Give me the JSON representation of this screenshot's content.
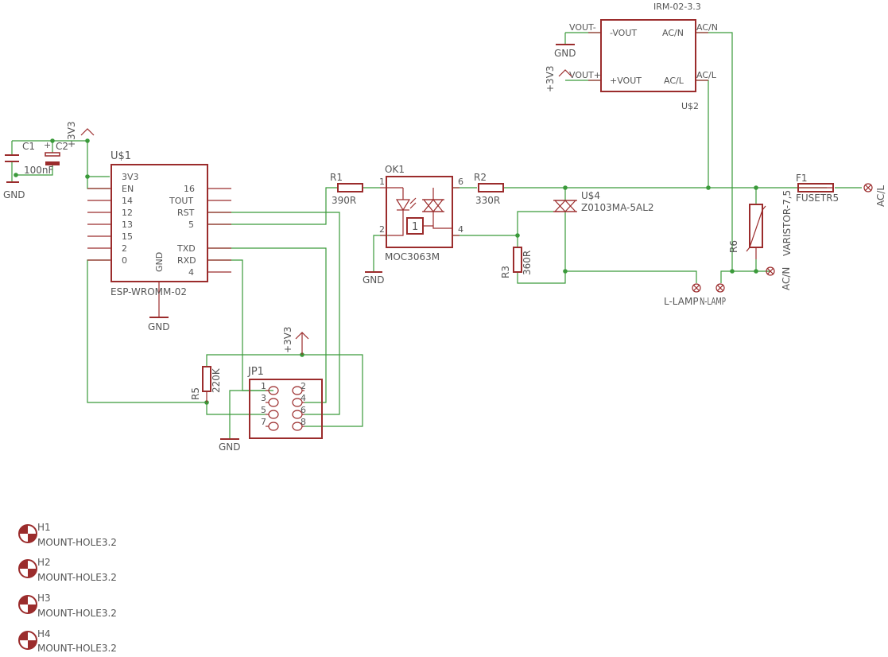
{
  "colors": {
    "wire": "#3a9a3a",
    "symbol": "#9b2c2c",
    "text": "#555555",
    "background": "#ffffff"
  },
  "caps": {
    "c1": "C1",
    "c2": "C2",
    "value": "100nF",
    "gnd": "GND",
    "v33": "+3V3"
  },
  "u1": {
    "name": "U$1",
    "value": "ESP-WROMM-02",
    "pins_left": [
      "3V3",
      "EN",
      "14",
      "12",
      "13",
      "15",
      "2",
      "0"
    ],
    "pins_right": [
      "16",
      "TOUT",
      "RST",
      "5"
    ],
    "pins_right2": [
      "TXD",
      "RXD",
      "4"
    ],
    "gnd_pin": "GND",
    "gnd": "GND"
  },
  "r1": {
    "name": "R1",
    "value": "390R"
  },
  "ok1": {
    "name": "OK1",
    "value": "MOC3063M",
    "pins": [
      "1",
      "2",
      "6",
      "4"
    ],
    "zc": "1",
    "gnd": "GND"
  },
  "r2": {
    "name": "R2",
    "value": "330R"
  },
  "u4": {
    "name": "U$4",
    "value": "Z0103MA-5AL2"
  },
  "r3": {
    "name": "R3",
    "value": "360R"
  },
  "u2": {
    "title": "IRM-02-3.3",
    "name": "U$2",
    "pin_vout_neg": "-VOUT",
    "pin_vout_pos": "+VOUT",
    "pin_acn": "AC/N",
    "pin_acl": "AC/L",
    "net_vout_neg": "VOUT-",
    "net_vout_pos": "VOUT+",
    "net_acn": "AC/N",
    "net_acl": "AC/L",
    "gnd": "GND",
    "v33": "+3V3"
  },
  "f1": {
    "name": "F1",
    "value": "FUSETR5"
  },
  "r6": {
    "name": "R6",
    "value": "VARISTOR-7,5"
  },
  "connectors": {
    "acl": "AC/L",
    "acn": "AC/N",
    "llamp": "L-LAMP",
    "nlamp": "N-LAMP"
  },
  "r5": {
    "name": "R5",
    "value": "220K"
  },
  "jp1": {
    "name": "JP1",
    "pins_left": [
      "1",
      "3",
      "5",
      "7"
    ],
    "pins_right": [
      "2",
      "4",
      "6",
      "8"
    ],
    "v33": "+3V3",
    "gnd": "GND"
  },
  "holes": [
    {
      "name": "H1",
      "value": "MOUNT-HOLE3.2"
    },
    {
      "name": "H2",
      "value": "MOUNT-HOLE3.2"
    },
    {
      "name": "H3",
      "value": "MOUNT-HOLE3.2"
    },
    {
      "name": "H4",
      "value": "MOUNT-HOLE3.2"
    }
  ]
}
